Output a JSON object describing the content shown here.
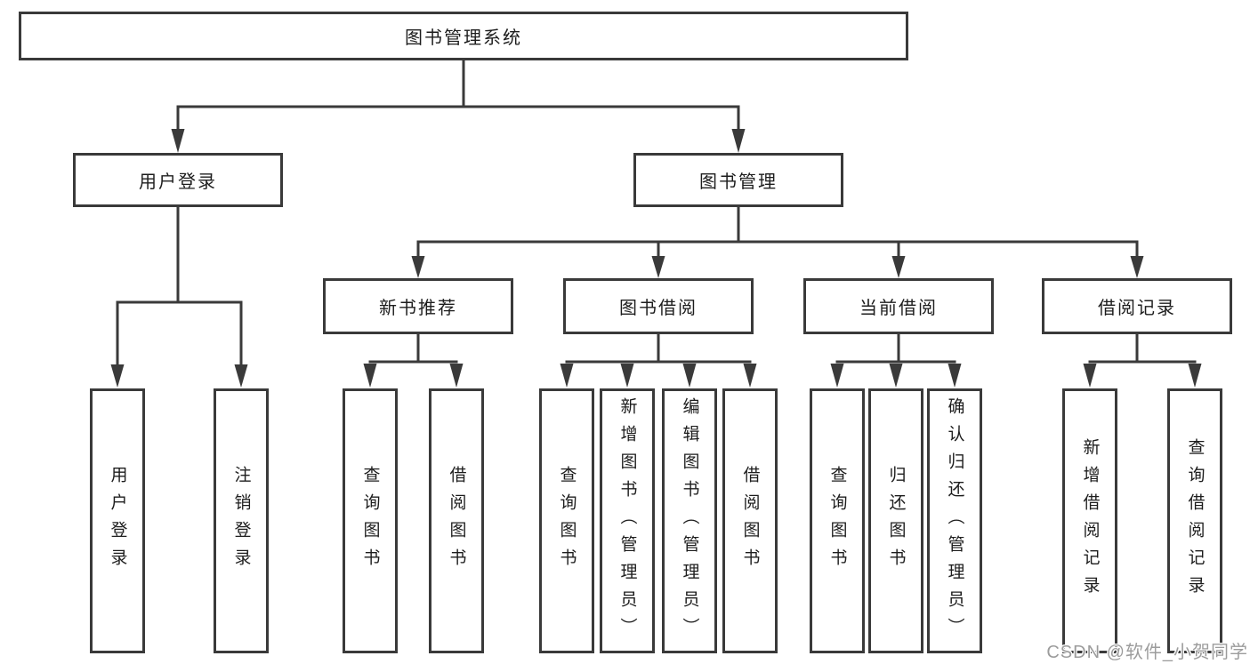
{
  "colors": {
    "line": "#3a3a3a",
    "text": "#1d1d1d",
    "background": "#ffffff",
    "watermark": "#9c9c9c"
  },
  "watermark": {
    "text": "CSDN @软件_小贺同学"
  },
  "diagram": {
    "root": {
      "label": "图书管理系统"
    },
    "level2": [
      {
        "label": "用户登录"
      },
      {
        "label": "图书管理"
      }
    ],
    "level3": [
      {
        "label": "新书推荐"
      },
      {
        "label": "图书借阅"
      },
      {
        "label": "当前借阅"
      },
      {
        "label": "借阅记录"
      }
    ],
    "leaves": [
      {
        "label": "用户登录"
      },
      {
        "label": "注销登录"
      },
      {
        "label": "查询图书"
      },
      {
        "label": "借阅图书"
      },
      {
        "label": "查询图书"
      },
      {
        "label": "新增图书（管理员）"
      },
      {
        "label": "编辑图书（管理员）"
      },
      {
        "label": "借阅图书"
      },
      {
        "label": "查询图书"
      },
      {
        "label": "归还图书"
      },
      {
        "label": "确认归还（管理员）"
      },
      {
        "label": "新增借阅记录"
      },
      {
        "label": "查询借阅记录"
      }
    ]
  }
}
